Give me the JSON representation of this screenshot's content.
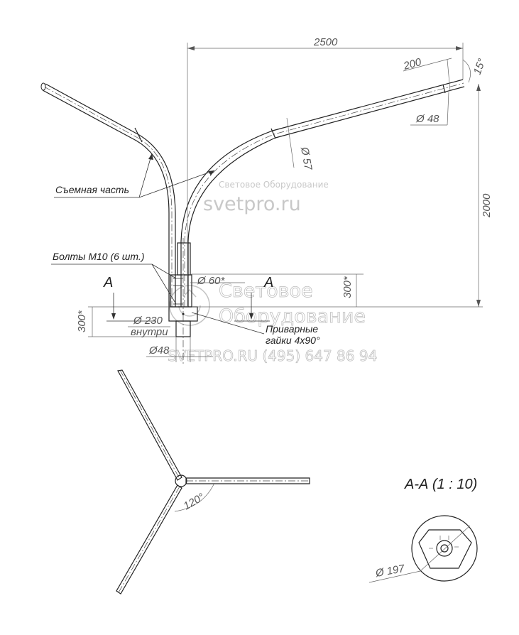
{
  "watermark": {
    "line1": "Световое Оборудование",
    "line2": "svetpro.ru",
    "big_line1": "Световое",
    "big_line2": "Оборудование",
    "contact": "SVETPRO.RU   (495) 647 86 94"
  },
  "dimensions": {
    "span": "2500",
    "tip_length": "200",
    "tilt_angle": "15°",
    "tip_diameter": "Ø 48",
    "arm_diameter": "Ø 57",
    "height": "2000",
    "collar_diameter": "Ø 60*",
    "collar_height": "300*",
    "base_height": "300*",
    "base_diameter": "Ø 230",
    "base_diameter_note": "внутри",
    "bottom_diameter": "Ø48",
    "plan_angle": "120°",
    "section_diameter": "Ø 197"
  },
  "labels": {
    "removable_part": "Съемная часть",
    "bolts": "Болты М10 (6 шт.)",
    "section_mark_left": "А",
    "section_mark_right": "А",
    "welded_nuts_line1": "Приварные",
    "welded_nuts_line2": "гайки 4х90°",
    "section_title": "А-А (1 : 10)"
  },
  "icons": {
    "section_arrow": "arrow-down-icon",
    "plan_hub": "circle-icon"
  }
}
